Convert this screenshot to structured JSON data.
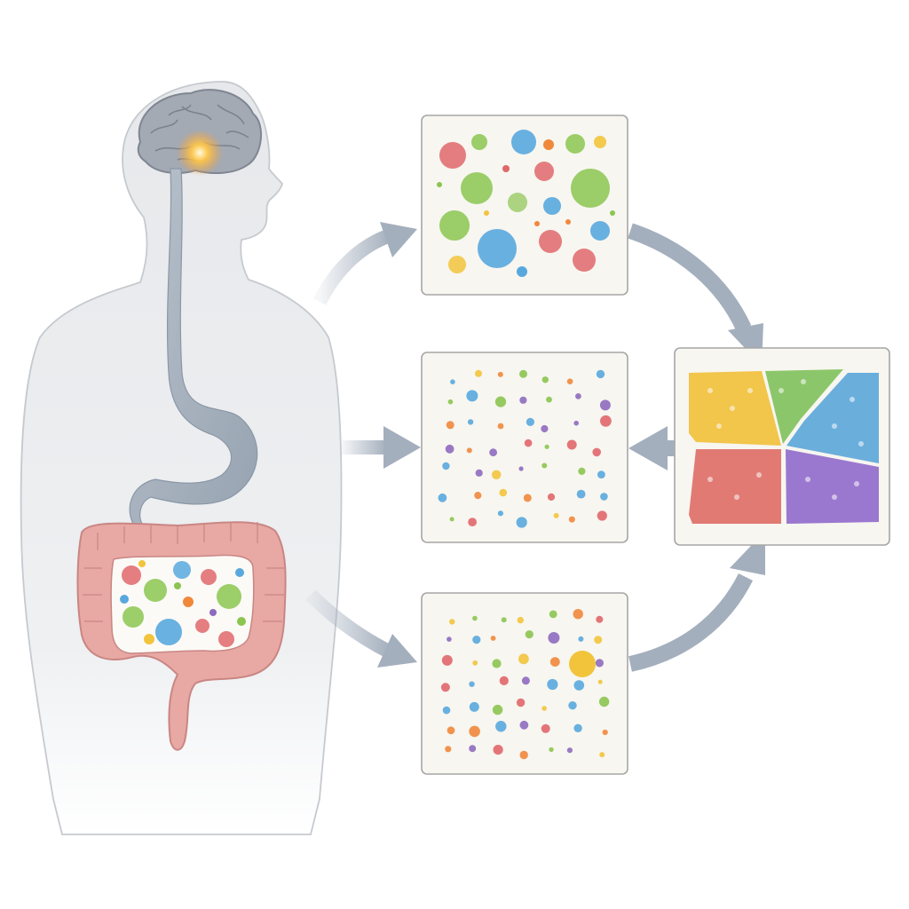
{
  "colors": {
    "background": "#ffffff",
    "body_fill": "#e9ebee",
    "body_stroke": "#c3c7cd",
    "brain": "#9ea4ad",
    "brain_glow": "#ffb23c",
    "esophagus_stomach": "#a9b3bf",
    "colon": "#e6a3a0",
    "colon_stroke": "#c98683",
    "arrow": "#a4afbd",
    "panel_fill": "#f7f6f0",
    "panel_stroke": "#a6a6a6",
    "microbe_red": "#e0676b",
    "microbe_green": "#8bc550",
    "microbe_blue": "#58a8de",
    "microbe_yellow": "#f2c43c",
    "microbe_purple": "#8e6bbf",
    "microbe_orange": "#f0883c",
    "cluster_yellow": "#f2c54b",
    "cluster_green": "#8cc66a",
    "cluster_blue": "#6aaedc",
    "cluster_red": "#e27a74",
    "cluster_purple": "#9b78cf"
  },
  "figure": {
    "elements": [
      "human-silhouette",
      "brain",
      "gut-axis",
      "colon-microbiome",
      "panel-microbes",
      "panel-molecules",
      "panel-metabolites",
      "panel-clusters",
      "arrow-flow"
    ]
  }
}
